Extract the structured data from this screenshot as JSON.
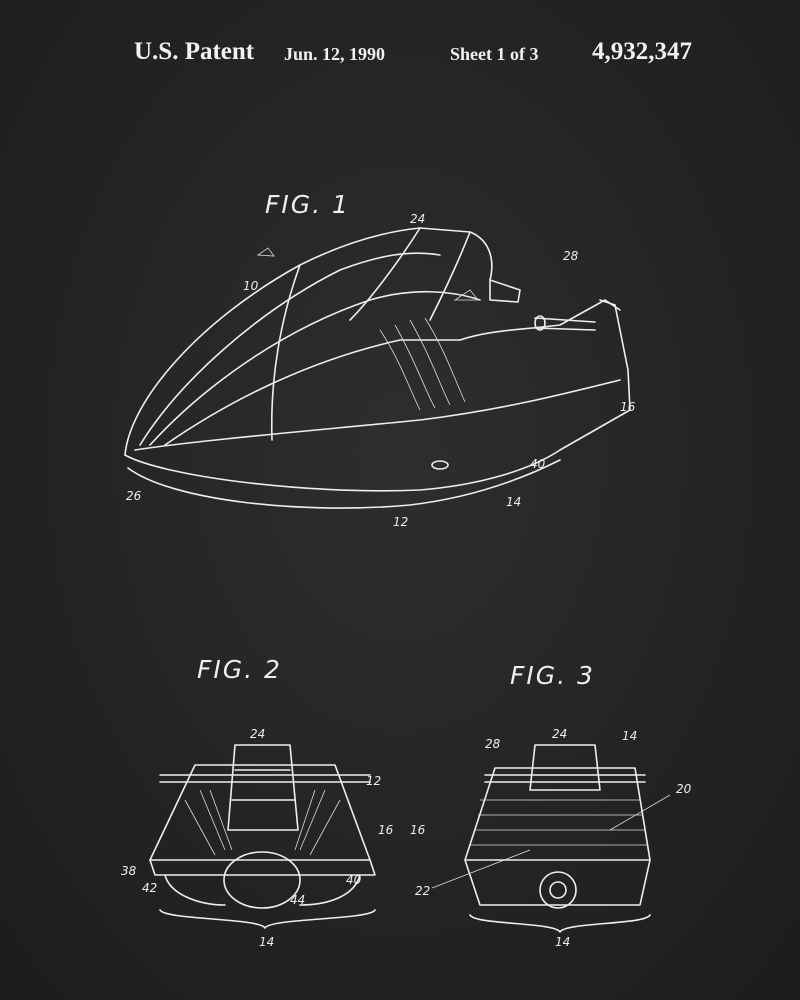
{
  "header": {
    "title": "U.S. Patent",
    "date": "Jun. 12, 1990",
    "sheet": "Sheet 1 of 3",
    "patent_number": "4,932,347"
  },
  "fig1": {
    "label": "FIG. 1",
    "refs": {
      "r24": "24",
      "r10": "10",
      "r28": "28",
      "r16": "16",
      "r40": "40",
      "r14": "14",
      "r12": "12",
      "r26": "26"
    }
  },
  "fig2": {
    "label": "FIG. 2",
    "refs": {
      "r24": "24",
      "r12": "12",
      "r16": "16",
      "r38": "38",
      "r42": "42",
      "r44": "44",
      "r40": "40",
      "r14": "14"
    }
  },
  "fig3": {
    "label": "FIG. 3",
    "refs": {
      "r28": "28",
      "r24": "24",
      "r14": "14",
      "r20": "20",
      "r16": "16",
      "r22": "22",
      "r14b": "14"
    }
  }
}
